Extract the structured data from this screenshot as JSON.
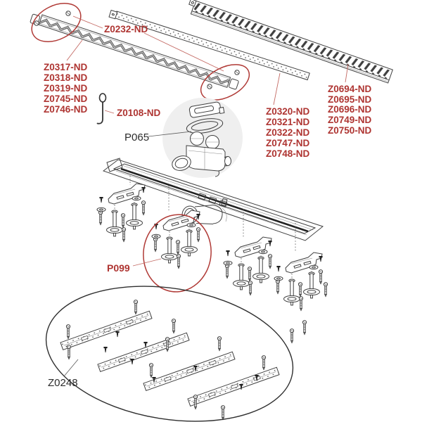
{
  "title": "Drain channel exploded spare-parts diagram",
  "colors": {
    "background": "#ffffff",
    "line": "#404040",
    "label_red": "#ae3431",
    "label_black": "#2c2c2c",
    "highlight_ellipse_red": "#b03a36",
    "siphon_shade": "#efefef"
  },
  "labels": {
    "wave_screws": "Z0232-ND",
    "wave_grate_variants": [
      "Z0317-ND",
      "Z0318-ND",
      "Z0319-ND",
      "Z0745-ND",
      "Z0746-ND"
    ],
    "hook_pin": "Z0108-ND",
    "siphon_unit": "P065",
    "perforated_grate_variants": [
      "Z0320-ND",
      "Z0321-ND",
      "Z0322-ND",
      "Z0747-ND",
      "Z0748-ND"
    ],
    "ladder_grate_variants": [
      "Z0694-ND",
      "Z0695-ND",
      "Z0696-ND",
      "Z0749-ND",
      "Z0750-ND"
    ],
    "adjustable_foot": "P099",
    "mounting_strips": "Z0248"
  }
}
